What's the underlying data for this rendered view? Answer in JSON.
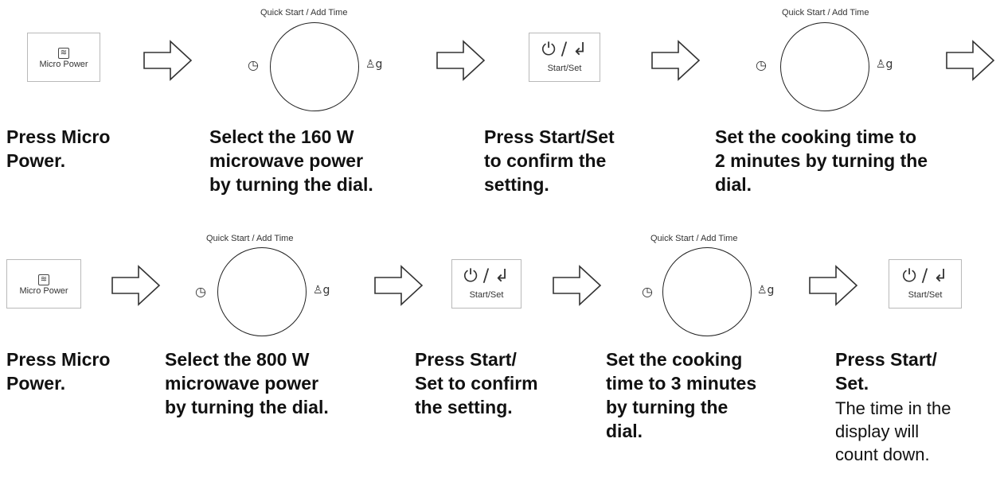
{
  "labels": {
    "micro_power": "Micro Power",
    "start_set": "Start/Set",
    "dial_caption": "Quick Start / Add Time",
    "start_set_glyph": "⏻ / ↲",
    "micro_power_glyph": "≋",
    "timer_glyph": "◷",
    "weight_glyph": "♙g"
  },
  "row1": {
    "steps": [
      {
        "text": "Press Micro\nPower."
      },
      {
        "text": "Select the 160 W\nmicrowave power\nby turning the dial."
      },
      {
        "text": "Press Start/Set\nto confirm the\nsetting."
      },
      {
        "text": "Set the cooking time to\n2 minutes by turning the\ndial."
      }
    ]
  },
  "row2": {
    "steps": [
      {
        "text": "Press Micro\nPower."
      },
      {
        "text": "Select the 800 W\nmicrowave power\nby turning the dial."
      },
      {
        "text": "Press Start/\nSet to confirm\nthe setting."
      },
      {
        "text": "Set the cooking\ntime to 3 minutes\nby turning the\ndial."
      },
      {
        "text": "Press Start/\nSet."
      }
    ],
    "final_note": "The time in the\ndisplay will\ncount down."
  }
}
